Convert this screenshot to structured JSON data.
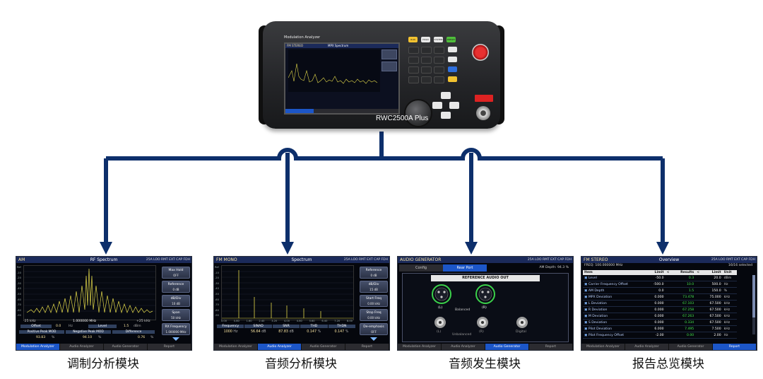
{
  "instrument": {
    "brand_label": "Modulation Analyzer",
    "model_label": "RWC2500A Plus",
    "screen_header": "FM STEREO",
    "screen_title": "MPX Spectrum",
    "front_keys": [
      "RUN",
      "HOLD",
      "SYSTEM",
      "PRESET"
    ]
  },
  "panels": [
    {
      "id": "modulation",
      "mode": "AM",
      "title": "RF Spectrum",
      "status": "25A LOO RMT EXT CAP FDH",
      "side_buttons": [
        {
          "label": "Max Hold",
          "value": "OFF"
        },
        {
          "label": "Reference",
          "value": "0 dB"
        },
        {
          "label": "dB/Div",
          "value": "10 dB"
        },
        {
          "label": "Span",
          "value": "50 kHz"
        },
        {
          "label": "RX Frequency",
          "value": "1.000000 MHz"
        }
      ],
      "y_ticks": [
        "Ref",
        "-10",
        "-20",
        "-30",
        "-40",
        "-50",
        "-60",
        "-70",
        "-80",
        "-90"
      ],
      "x_left": "-25 kHz",
      "x_center": "1.000000 MHz",
      "x_right": "+25 kHz",
      "readouts": {
        "offset_label": "Offset",
        "offset_value": "0.0",
        "offset_unit": "Hz",
        "level_label": "Level",
        "level_value": "1.5",
        "level_unit": "dBm",
        "pos_label": "Positive Peak MOD",
        "pos_value": "93.83",
        "pos_unit": "%",
        "neg_label": "Negative Peak MOD",
        "neg_value": "94.10",
        "neg_unit": "%",
        "diff_label": "Difference",
        "diff_value": "0.76",
        "diff_unit": "%"
      },
      "tabs": [
        "Modulation Analyzer",
        "Audio Analyzer",
        "Audio Generator",
        "Report"
      ],
      "active_tab": 0,
      "caption": "调制分析模块"
    },
    {
      "id": "audio-analyzer",
      "mode": "FM MONO",
      "title": "Spectrum",
      "status": "25A LOO RMT EXT CAP FDH",
      "side_buttons": [
        {
          "label": "Reference",
          "value": "0 dB"
        },
        {
          "label": "dB/Div",
          "value": "15 dB"
        },
        {
          "label": "Start Freq",
          "value": "0.00 kHz"
        },
        {
          "label": "Stop Freq",
          "value": "0.00 kHz"
        },
        {
          "label": "De-emphasis",
          "value": "OFF"
        }
      ],
      "y_ticks": [
        "Ref",
        "-10",
        "-20",
        "-30",
        "-40",
        "-50",
        "-60",
        "-70",
        "-80",
        "-90"
      ],
      "x_ticks": [
        "0.00",
        "0.80",
        "1.60",
        "2.40",
        "3.20",
        "4.00",
        "4.80",
        "5.60",
        "6.40",
        "7.20",
        "8.00"
      ],
      "measure_headers": [
        "Frequency",
        "SINAD",
        "SNR",
        "THD",
        "THDN"
      ],
      "measure_values": [
        "1000",
        "56.64",
        "87.83",
        "0.147",
        "0.147"
      ],
      "measure_units": [
        "Hz",
        "dB",
        "dB",
        "%",
        "%"
      ],
      "tabs": [
        "Modulation Analyzer",
        "Audio Analyzer",
        "Audio Generator",
        "Report"
      ],
      "active_tab": 1,
      "caption": "音频分析模块"
    },
    {
      "id": "audio-generator",
      "mode": "AUDIO GENERATOR",
      "title": "",
      "status": "25A LOO RMT EXT CAP FDH",
      "subtabs": [
        "Config",
        "Rear Port"
      ],
      "active_subtab": 1,
      "am_depth": "AM Depth: 94.3 %",
      "box_title": "REFERENCE AUDIO OUT",
      "xlr_labels": [
        "(L)",
        "(R)"
      ],
      "balanced_label": "Balanced",
      "unbalanced_label": "Unbalanced",
      "bnc_labels": [
        "(L)",
        "(R)",
        "Digital"
      ],
      "tabs": [
        "Modulation Analyzer",
        "Audio Analyzer",
        "Audio Generator",
        "Report"
      ],
      "active_tab": 2,
      "caption": "音频发生模块"
    },
    {
      "id": "report",
      "mode": "FM STEREO",
      "title": "Overview",
      "status": "25A LOO RMT EXT CAP FDH",
      "freq_line": "FREQ: 100.000000 MHz",
      "selected": "16/16 selected",
      "table_headers": [
        "Item",
        "Limit",
        "<",
        "Results",
        "<",
        "Limit",
        "Unit"
      ],
      "rows": [
        [
          "Level",
          "-50.0",
          "0.3",
          "20.0",
          "dBm"
        ],
        [
          "Carrier Frequency Offset",
          "-500.0",
          "10.0",
          "500.0",
          "Hz"
        ],
        [
          "AM Depth",
          "0.0",
          "1.5",
          "150.0",
          "%"
        ],
        [
          "MPX Deviation",
          "0.000",
          "73.478",
          "75.000",
          "kHz"
        ],
        [
          "L Deviation",
          "0.000",
          "67.103",
          "67.500",
          "kHz"
        ],
        [
          "R Deviation",
          "0.000",
          "67.258",
          "67.500",
          "kHz"
        ],
        [
          "M Deviation",
          "0.000",
          "67.263",
          "67.500",
          "kHz"
        ],
        [
          "S Deviation",
          "0.000",
          "0.334",
          "67.500",
          "kHz"
        ],
        [
          "Pilot Deviation",
          "6.000",
          "7.495",
          "7.500",
          "kHz"
        ],
        [
          "Pilot Frequency Offset",
          "-2.00",
          "0.00",
          "2.00",
          "Hz"
        ]
      ],
      "tabs": [
        "Modulation Analyzer",
        "Audio Analyzer",
        "Audio Generator",
        "Report"
      ],
      "active_tab": 3,
      "caption": "报告总览模块"
    }
  ],
  "colors": {
    "connector": "#0d2f6b",
    "trace_yellow": "#e3d94a",
    "tab_active": "#1c56c8"
  }
}
